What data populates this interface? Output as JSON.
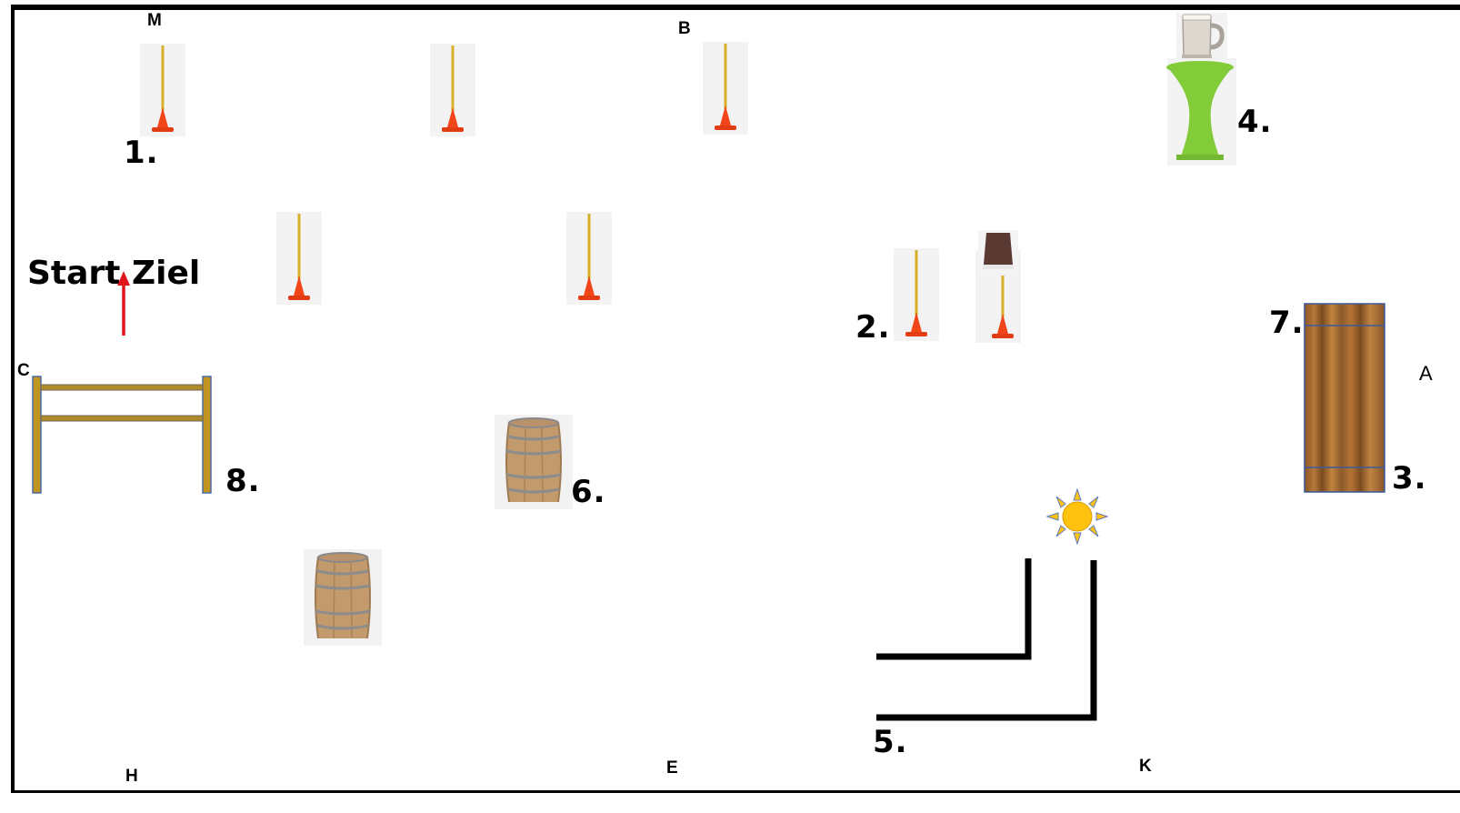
{
  "markers": {
    "M": "M",
    "B": "B",
    "C": "C",
    "H": "H",
    "E": "E",
    "K": "K",
    "A_partial": "A"
  },
  "stations": {
    "s1": "1.",
    "s2": "2.",
    "s3": "3.",
    "s4": "4.",
    "s5": "5.",
    "s6": "6.",
    "s7": "7.",
    "s8": "8."
  },
  "start_label": "Start",
  "finish_label": "Ziel",
  "colors": {
    "cone": "#f2461a",
    "pole": "#d8b02a",
    "start_arrow": "#e0151b",
    "hurdle": "#c19420",
    "table": "#82cc3a",
    "sun": "#ffc20e",
    "wood": "#8a5526"
  },
  "icons": [
    "pole-cone-icon",
    "barrel-icon",
    "hurdle-icon",
    "beer-mug-icon",
    "standing-table-icon",
    "cup-icon",
    "wooden-board-icon",
    "sun-icon",
    "start-arrow-icon",
    "l-wall-icon"
  ]
}
